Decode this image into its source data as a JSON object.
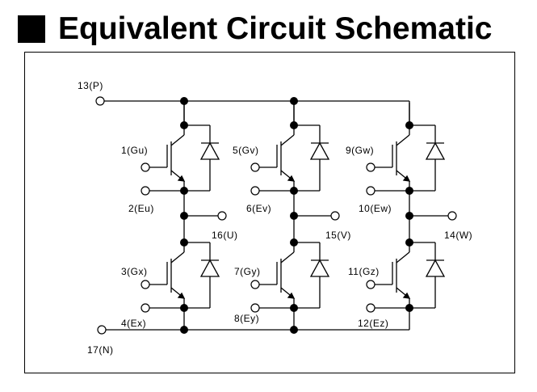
{
  "title": "Equivalent Circuit Schematic",
  "pins": {
    "p": "13(P)",
    "n": "17(N)",
    "gu": "1(Gu)",
    "eu": "2(Eu)",
    "gv": "5(Gv)",
    "ev": "6(Ev)",
    "gw": "9(Gw)",
    "ew": "10(Ew)",
    "gx": "3(Gx)",
    "ex": "4(Ex)",
    "gy": "7(Gy)",
    "ey": "8(Ey)",
    "gz": "11(Gz)",
    "ez": "12(Ez)",
    "u": "16(U)",
    "v": "15(V)",
    "w": "14(W)"
  }
}
